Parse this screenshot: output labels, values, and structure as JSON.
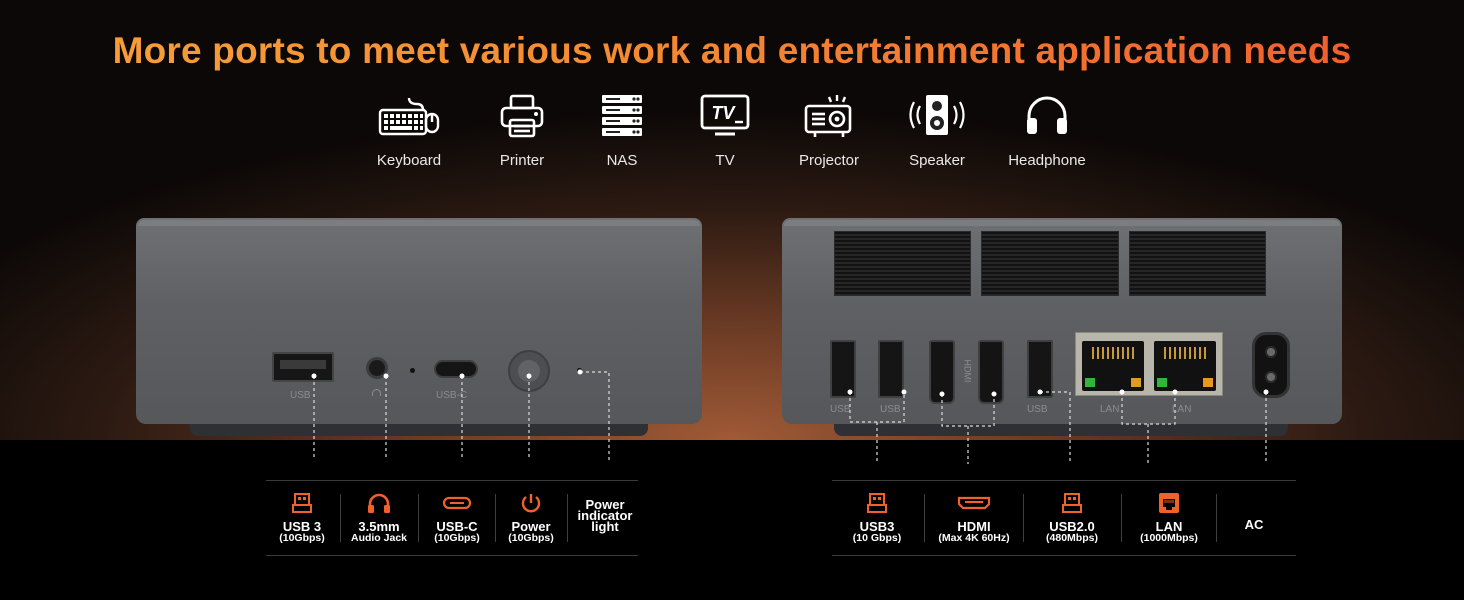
{
  "headline": "More ports to meet various work and entertainment application needs",
  "applications": [
    {
      "label": "Keyboard",
      "icon": "keyboard-icon"
    },
    {
      "label": "Printer",
      "icon": "printer-icon"
    },
    {
      "label": "NAS",
      "icon": "nas-icon"
    },
    {
      "label": "TV",
      "icon": "tv-icon"
    },
    {
      "label": "Projector",
      "icon": "projector-icon"
    },
    {
      "label": "Speaker",
      "icon": "speaker-icon"
    },
    {
      "label": "Headphone",
      "icon": "headphone-icon"
    }
  ],
  "tv_icon_text": "TV",
  "front_panel": {
    "port_labels": {
      "usb": "USB",
      "usbc": "USB-C"
    },
    "specs": [
      {
        "title": "USB 3",
        "sub": "(10Gbps)",
        "icon": "usb-icon"
      },
      {
        "title": "3.5mm",
        "sub": "Audio Jack",
        "icon": "headphone-jack-icon"
      },
      {
        "title": "USB-C",
        "sub": "(10Gbps)",
        "icon": "usb-c-icon"
      },
      {
        "title": "Power",
        "sub": "(10Gbps)",
        "icon": "power-icon"
      },
      {
        "title": "Power indicator light",
        "sub": "",
        "icon": ""
      }
    ]
  },
  "rear_panel": {
    "port_labels": {
      "usb1": "USB",
      "usb2": "USB",
      "hdmi": "HDMI",
      "usb3": "USB",
      "lan1": "LAN",
      "lan2": "LAN"
    },
    "specs": [
      {
        "title": "USB3",
        "sub": "(10 Gbps)",
        "icon": "usb-icon"
      },
      {
        "title": "HDMI",
        "sub": "(Max 4K 60Hz)",
        "icon": "hdmi-icon"
      },
      {
        "title": "USB2.0",
        "sub": "(480Mbps)",
        "icon": "usb-icon"
      },
      {
        "title": "LAN",
        "sub": "(1000Mbps)",
        "icon": "lan-icon"
      },
      {
        "title": "AC",
        "sub": "",
        "icon": ""
      }
    ]
  },
  "colors": {
    "accent": "#f0612c",
    "title_start": "#f7a13a",
    "title_end": "#f05a2c",
    "device": "#606265"
  }
}
